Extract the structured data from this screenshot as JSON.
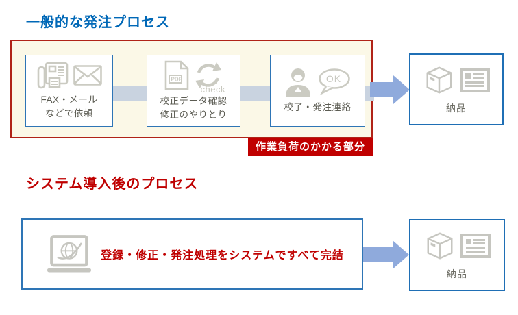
{
  "colors": {
    "title_blue": "#0068b7",
    "title_red": "#bf0000",
    "container_border_red": "#b02318",
    "container_bg_cream": "#fbf8e7",
    "box_border_blue": "#2e75b6",
    "connector_blue_gray": "#c9d3e0",
    "arrow_blue": "#8faadc",
    "icon_gray": "#cbcbc2",
    "step_text_gray": "#5b5b52",
    "burden_bg": "#c00000",
    "emphasis_red": "#c00000"
  },
  "section_general": {
    "title": "一般的な発注プロセス",
    "steps": [
      {
        "icons": [
          "fax-icon",
          "envelope-icon"
        ],
        "lines": [
          "FAX・メール",
          "などで依頼"
        ]
      },
      {
        "icons": [
          "pdf-file-icon",
          "refresh-arrows-icon"
        ],
        "caption": "check",
        "lines": [
          "校正データ確認",
          "修正のやりとり"
        ]
      },
      {
        "icons": [
          "person-icon",
          "ok-speech-bubble-icon"
        ],
        "bubble_text": "OK",
        "lines": [
          "校了・発注連絡"
        ]
      }
    ],
    "burden_label": "作業負荷のかかる部分",
    "result": {
      "icons": [
        "package-box-icon",
        "delivery-card-icon"
      ],
      "label": "納品"
    }
  },
  "section_system": {
    "title": "システム導入後のプロセス",
    "step": {
      "icon": "laptop-globe-icon",
      "text": "登録・修正・発注処理をシステムですべて完結"
    },
    "result": {
      "icons": [
        "package-box-icon",
        "delivery-card-icon"
      ],
      "label": "納品"
    }
  },
  "icon_labels": {
    "pdf": "PDF",
    "check": "check",
    "ok": "OK"
  }
}
